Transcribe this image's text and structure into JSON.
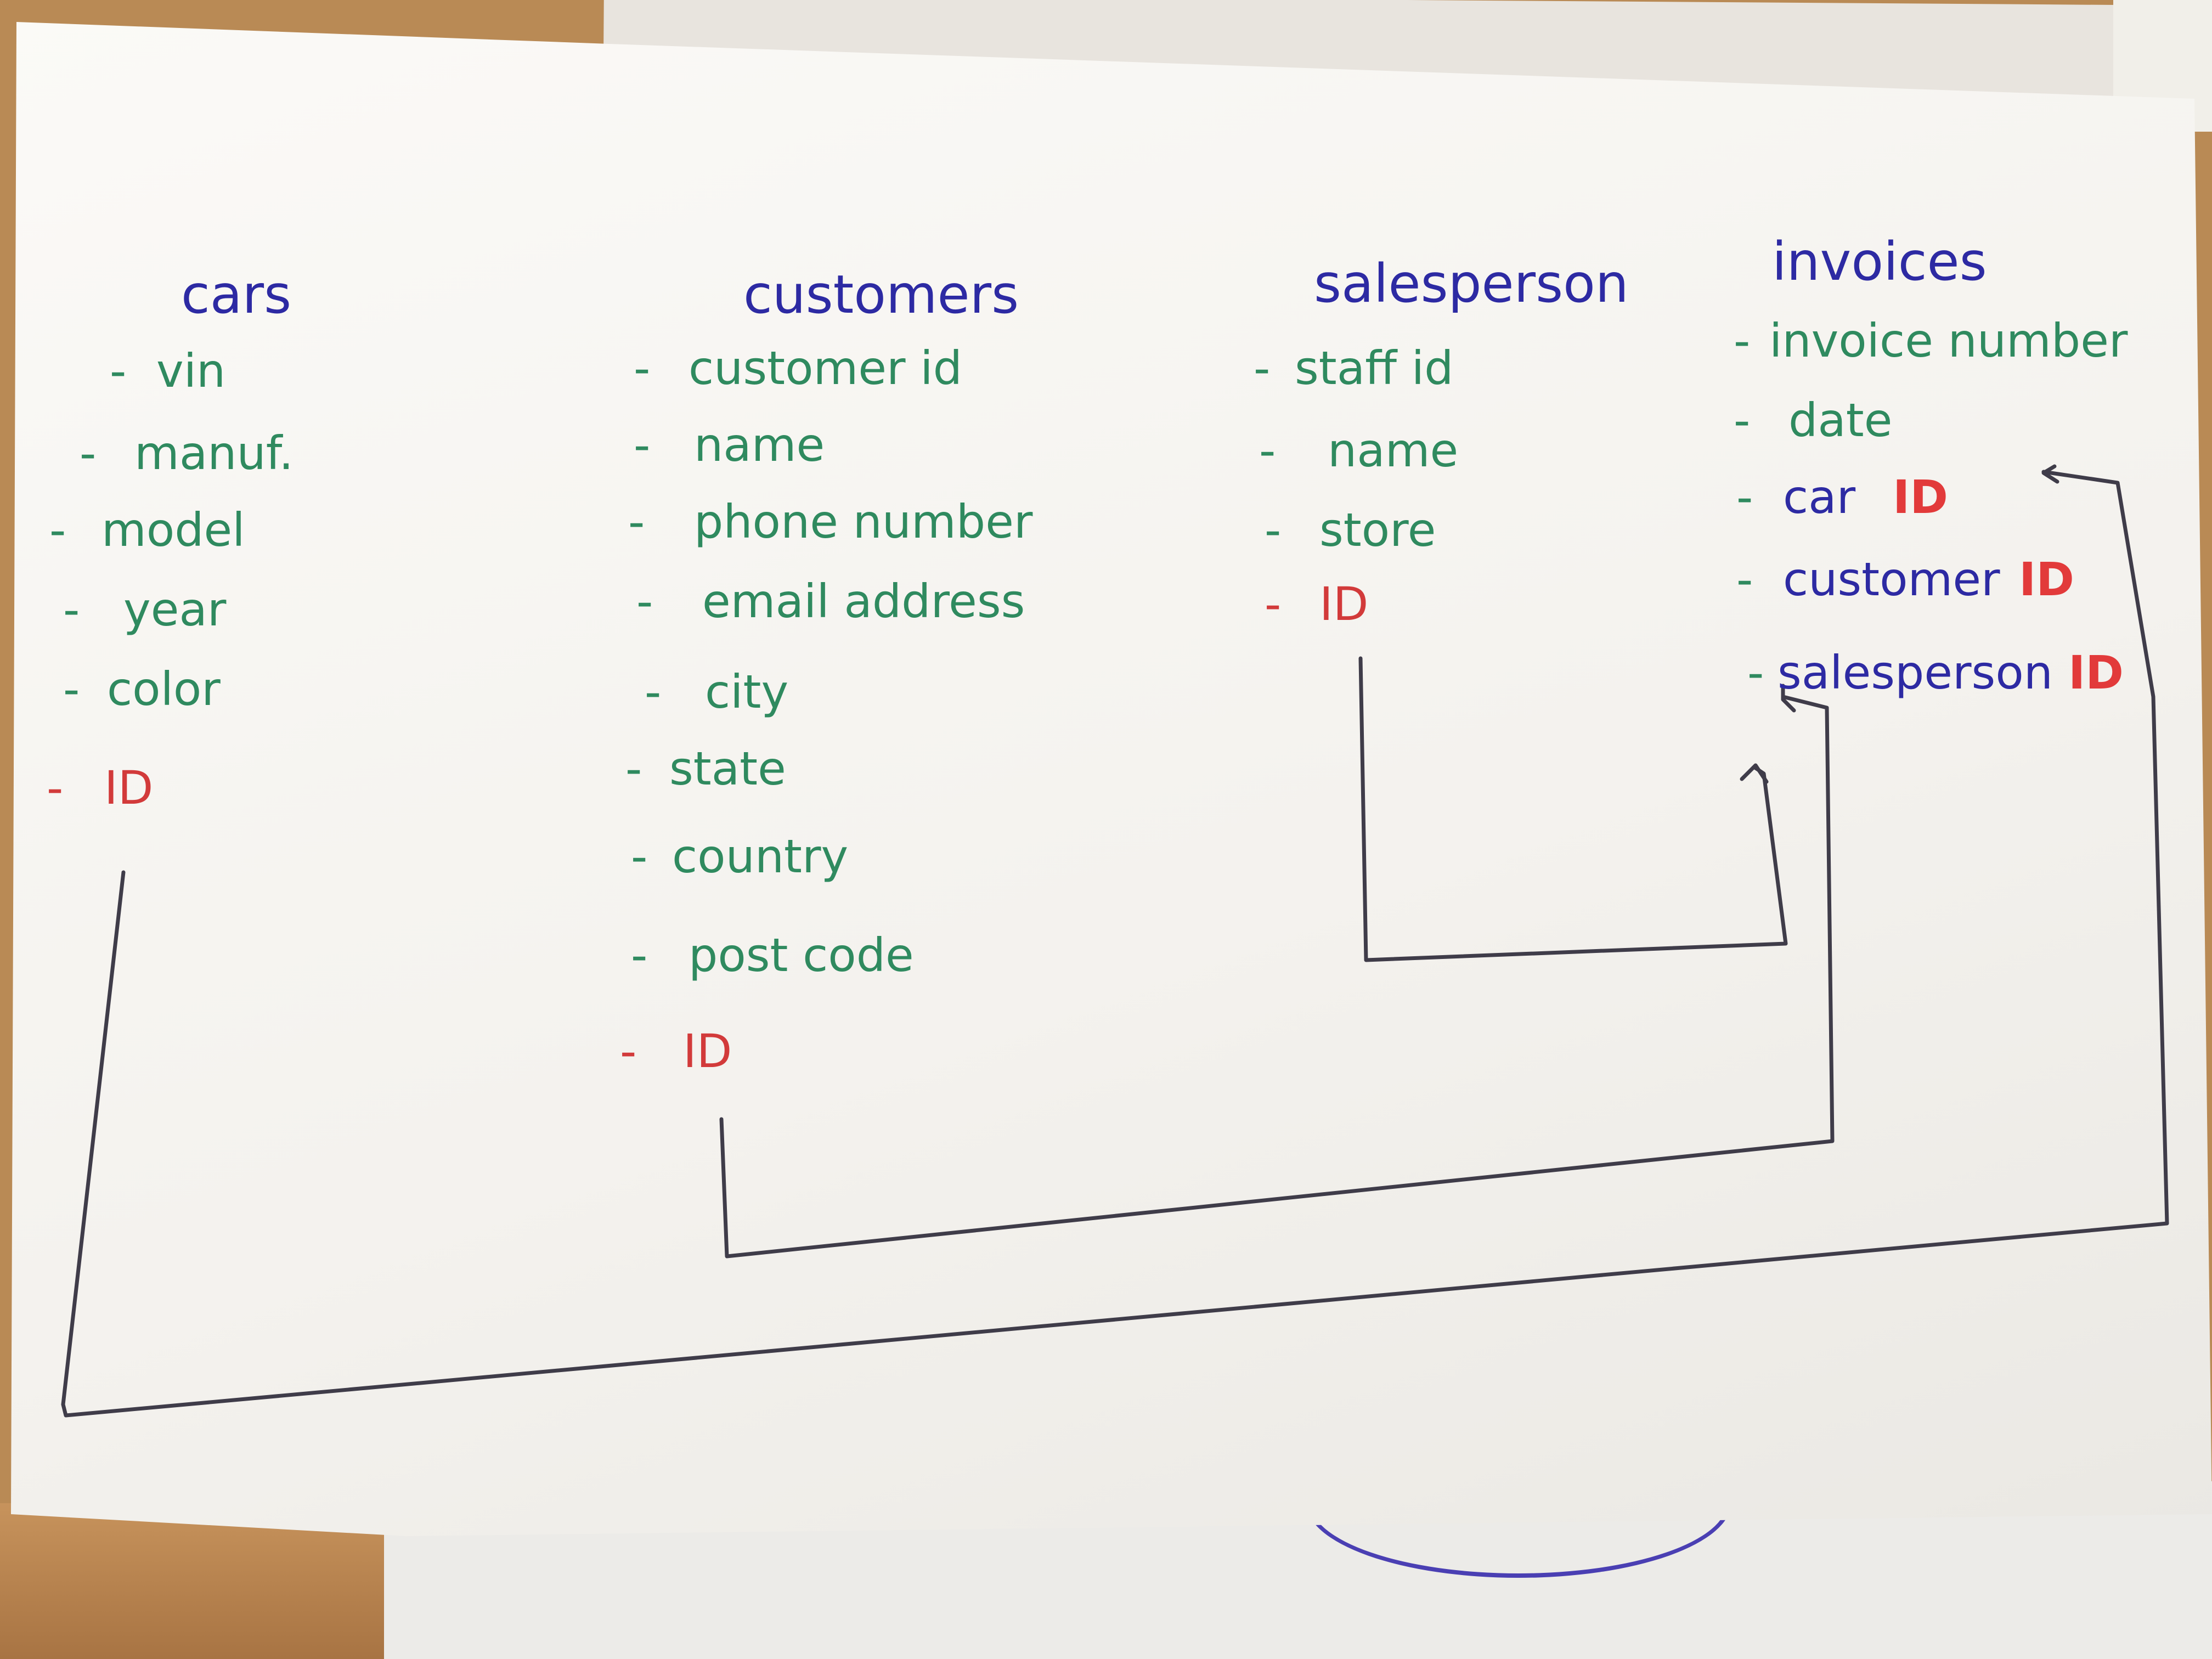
{
  "tables": {
    "cars": {
      "title": "cars",
      "fields": [
        "vin",
        "manuf.",
        "model",
        "year",
        "color"
      ],
      "key": "ID"
    },
    "customers": {
      "title": "customers",
      "fields": [
        "customer id",
        "name",
        "phone number",
        "email address",
        "city",
        "state",
        "country",
        "post code"
      ],
      "key": "ID"
    },
    "salesperson": {
      "title": "salesperson",
      "fields": [
        "staff id",
        "name",
        "store"
      ],
      "key": "ID"
    },
    "invoices": {
      "title": "invoices",
      "fields": [
        "invoice number",
        "date"
      ],
      "fk": [
        {
          "name": "car",
          "id": "ID"
        },
        {
          "name": "customer",
          "id": "ID"
        },
        {
          "name": "salesperson",
          "id": "ID"
        }
      ]
    }
  },
  "colors": {
    "heading": "#2d2aa3",
    "field": "#2f8a5f",
    "key": "#d23a3a",
    "connector": "#3f3c49"
  }
}
